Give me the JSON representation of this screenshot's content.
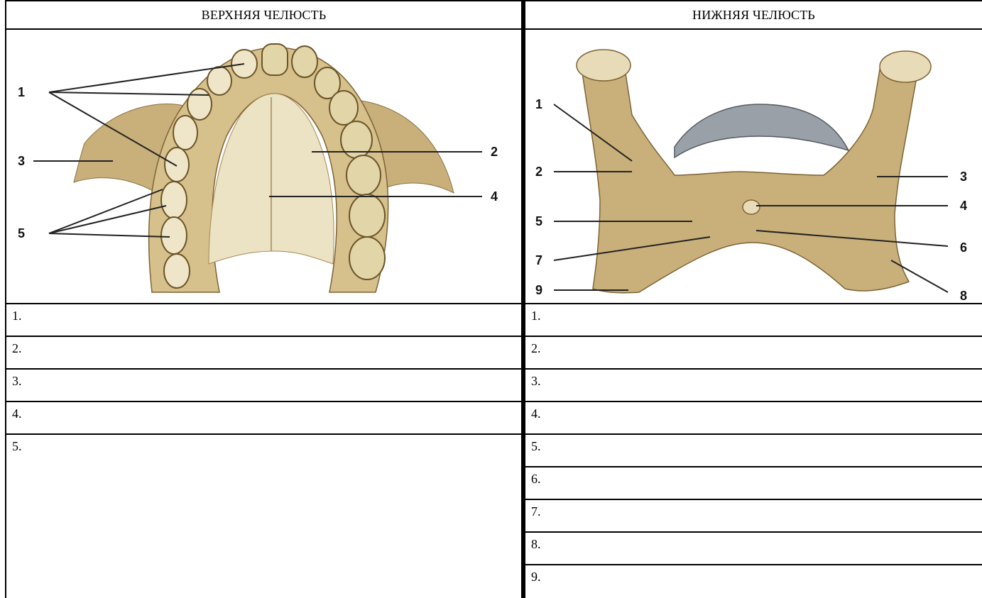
{
  "upper": {
    "title": "ВЕРХНЯЯ ЧЕЛЮСТЬ",
    "callouts": [
      "1",
      "2",
      "3",
      "4",
      "5"
    ],
    "rows": [
      "1.",
      "2.",
      "3.",
      "4.",
      "5."
    ]
  },
  "lower": {
    "title": "НИЖНЯЯ ЧЕЛЮСТЬ",
    "callouts": [
      "1",
      "2",
      "3",
      "4",
      "5",
      "6",
      "7",
      "8",
      "9"
    ],
    "rows": [
      "1.",
      "2.",
      "3.",
      "4.",
      "5.",
      "6.",
      "7.",
      "8.",
      "9."
    ]
  },
  "colors": {
    "bone": "#c9b07a",
    "bone_light": "#e8dcb8",
    "bone_dark": "#8a6f3e",
    "teeth": "#9aa0a8"
  }
}
